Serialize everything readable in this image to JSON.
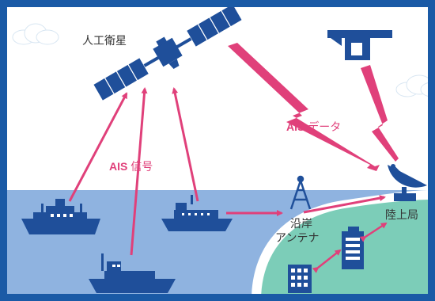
{
  "labels": {
    "satellite": "人工衛星",
    "ais_data_latin": "AIS",
    "ais_data_jp": "データ",
    "ais_signal_latin": "AIS",
    "ais_signal_jp": "信号",
    "coastal_line1": "沿岸",
    "coastal_line2": "アンテナ",
    "land_station": "陸上局"
  },
  "colors": {
    "frame": "#1a5aa6",
    "sky": "#ffffff",
    "sea": "#8fb3e0",
    "land": "#7ccdb8",
    "shore": "#ffffff",
    "icons": "#1f4f9a",
    "arrows": "#e0407a",
    "label_text": "#333333"
  },
  "icons": [
    "satellite-icon",
    "ground-antenna-icon",
    "ship-icon",
    "antenna-tower-icon",
    "satellite-dish-icon",
    "building-icon",
    "cloud-icon"
  ]
}
